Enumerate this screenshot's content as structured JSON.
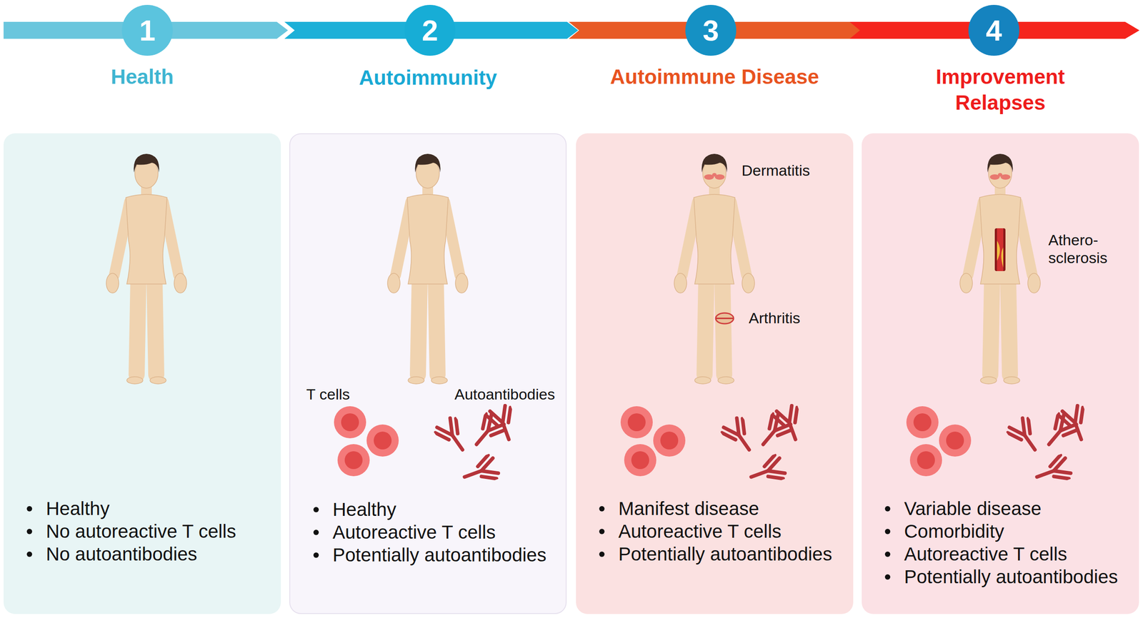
{
  "diagram": {
    "nodes": [
      {
        "text": [
          "1"
        ]
      },
      {
        "text": [
          "Health",
          "Healthy",
          "No autoreactive T cells",
          "No autoantibodies"
        ]
      },
      {
        "text": [
          "2"
        ]
      },
      {
        "text": [
          "Autoimmunity",
          "Healthy",
          "Autoreactive T cells",
          "Potentially autoantibodies"
        ]
      },
      {
        "text": [
          "3"
        ]
      },
      {
        "text": [
          "Autoimmune Disease",
          "Manifest disease",
          "Autoreactive T cells",
          "Potentially autoantibodies"
        ]
      },
      {
        "text": [
          "4"
        ]
      },
      {
        "text": [
          "Improvement Relapses",
          "Variable disease",
          "Comorbidity",
          "Autoreactive T cells",
          "Potentially autoantibodies"
        ]
      }
    ],
    "labels": [
      "T cells",
      "Autoantibodies",
      "Dermatitis",
      "Arthritis",
      "Athero- sclerosis"
    ]
  }
}
